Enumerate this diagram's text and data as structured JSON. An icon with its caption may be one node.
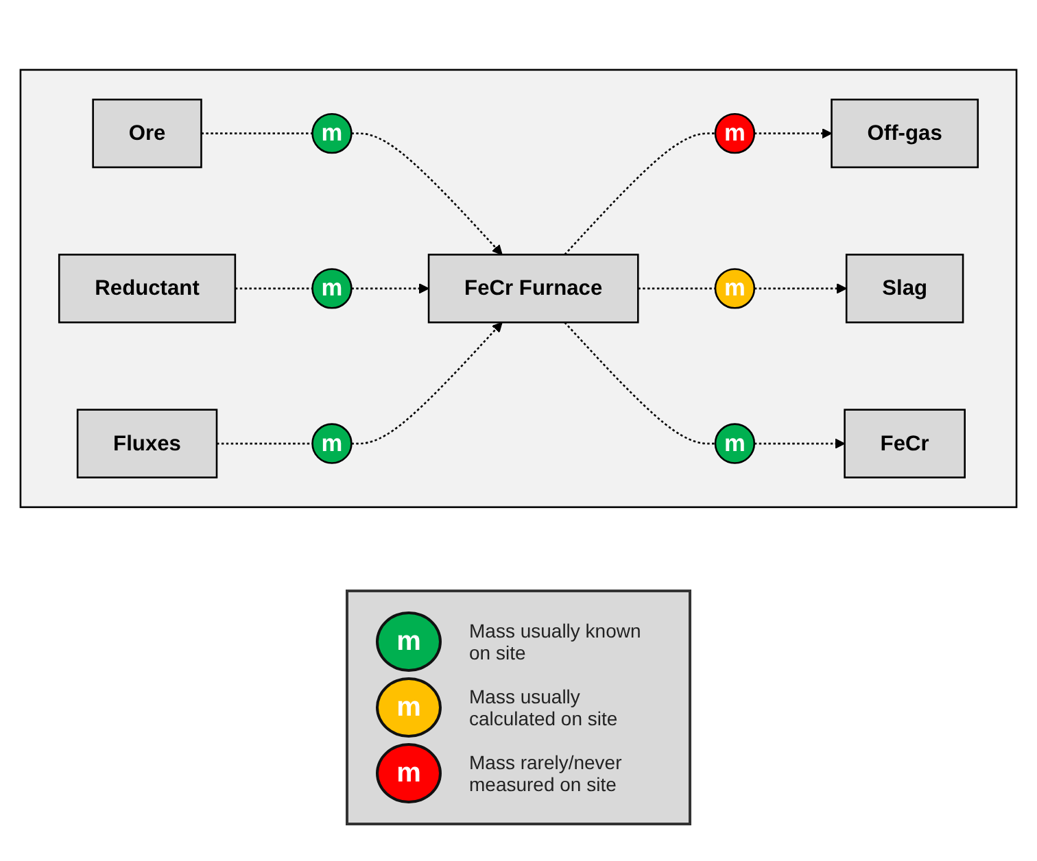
{
  "diagram": {
    "nodes": [
      {
        "text": [],
        "shape": "box"
      },
      {
        "text": [
          "Ore"
        ],
        "in": 0
      },
      {
        "text": [
          "m"
        ],
        "in": 0
      },
      {
        "text": [
          "Reductant"
        ],
        "in": 0
      },
      {
        "text": [
          "m"
        ],
        "in": 0
      },
      {
        "text": [
          "Fluxes"
        ],
        "in": 0
      },
      {
        "text": [
          "m"
        ],
        "in": 0
      },
      {
        "text": [
          "FeCr Furnace"
        ],
        "in": 0
      },
      {
        "text": [
          "m"
        ],
        "in": 0
      },
      {
        "text": [
          "Off-gas"
        ],
        "in": 0
      },
      {
        "text": [
          "m"
        ],
        "in": 0
      },
      {
        "text": [
          "Slag"
        ],
        "in": 0
      },
      {
        "text": [
          "m"
        ],
        "in": 0
      },
      {
        "text": [
          "FeCr"
        ],
        "in": 0
      }
    ],
    "edges": [
      {
        "from": 1,
        "to": 2,
        "arrow": "none",
        "style": "dashed"
      },
      {
        "from": 2,
        "to": 7,
        "arrow": "to",
        "style": "dashed"
      },
      {
        "from": 3,
        "to": 4,
        "arrow": "none",
        "style": "dashed"
      },
      {
        "from": 4,
        "to": 7,
        "arrow": "to",
        "style": "dashed"
      },
      {
        "from": 5,
        "to": 6,
        "arrow": "none",
        "style": "dashed"
      },
      {
        "from": 6,
        "to": 7,
        "arrow": "to",
        "style": "dashed"
      },
      {
        "from": 7,
        "to": 8,
        "arrow": "none",
        "style": "dashed"
      },
      {
        "from": 8,
        "to": 9,
        "arrow": "to",
        "style": "dashed"
      },
      {
        "from": 7,
        "to": 10,
        "arrow": "none",
        "style": "dashed"
      },
      {
        "from": 10,
        "to": 11,
        "arrow": "to",
        "style": "dashed"
      },
      {
        "from": 7,
        "to": 12,
        "arrow": "none",
        "style": "dashed"
      },
      {
        "from": 12,
        "to": 13,
        "arrow": "to",
        "style": "dashed"
      }
    ],
    "labels": [
      "m",
      "m",
      "m"
    ],
    "legend": [
      {
        "text": "Mass usually known on site",
        "color": "#00b050"
      },
      {
        "text": "Mass usually calculated on site",
        "color": "#ffc000"
      },
      {
        "text": "Mass rarely/never measured on site",
        "color": "#ff0000"
      }
    ]
  }
}
